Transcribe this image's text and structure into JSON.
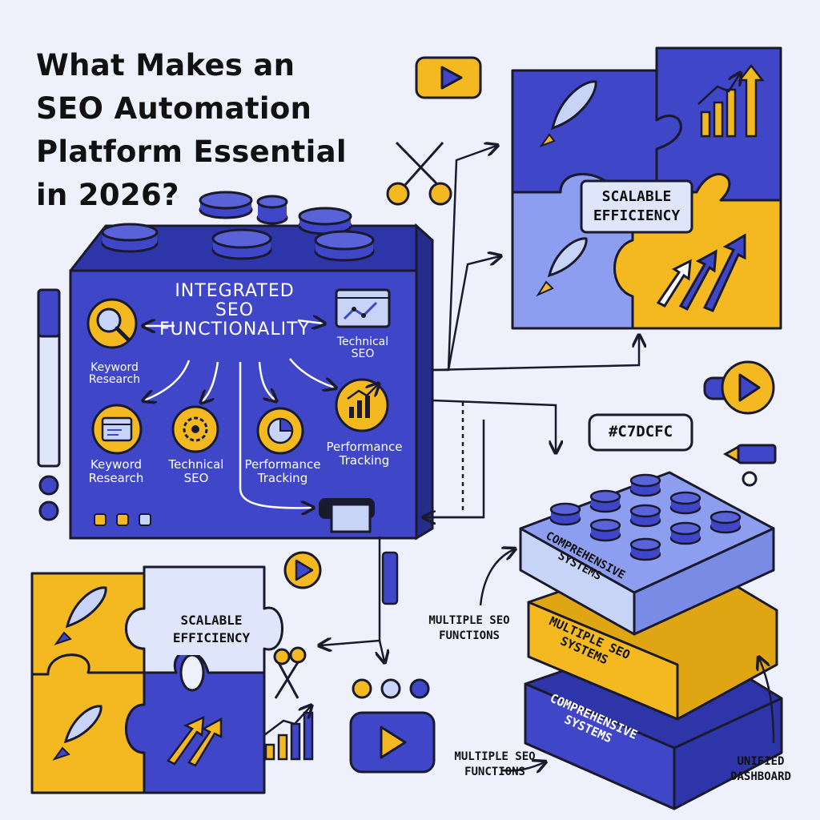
{
  "title_lines": [
    "What Makes an",
    "SEO Automation",
    "Platform Essential",
    "in 2026?"
  ],
  "hub": {
    "heading_lines": [
      "INTEGRATED",
      "SEO",
      "FUNCTIONALITY"
    ],
    "features": [
      {
        "id": "keyword-research-top",
        "lines": [
          "Keyword",
          "Research"
        ],
        "icon": "magnifier-icon"
      },
      {
        "id": "technical-seo-top",
        "lines": [
          "Technical",
          "SEO"
        ],
        "icon": "line-chart-window-icon"
      },
      {
        "id": "keyword-research",
        "lines": [
          "Keyword",
          "Research"
        ],
        "icon": "browser-window-icon"
      },
      {
        "id": "technical-seo",
        "lines": [
          "Technical",
          "SEO"
        ],
        "icon": "gear-icon"
      },
      {
        "id": "performance-tracking-left",
        "lines": [
          "Performance",
          "Tracking"
        ],
        "icon": "pie-chart-icon"
      },
      {
        "id": "performance-tracking-right",
        "lines": [
          "Performance",
          "Tracking"
        ],
        "icon": "bar-chart-icon"
      }
    ]
  },
  "puzzles": {
    "top_right_label_lines": [
      "SCALABLE",
      "EFFICIENCY"
    ],
    "bottom_left_label_lines": [
      "SCALABLE",
      "EFFICIENCY"
    ]
  },
  "color_tag": "#C7DCFC",
  "stack": {
    "top_layer_lines": [
      "COMPREHENSIVE",
      "SYSTEMS"
    ],
    "middle_layer_lines": [
      "MULTIPLE SEO",
      "SYSTEMS"
    ],
    "bottom_layer_lines": [
      "COMPREHENSIVE",
      "SYSTEMS"
    ],
    "callout_upper_lines": [
      "MULTIPLE SEO",
      "FUNCTIONS"
    ],
    "callout_lower_lines": [
      "MULTIPLE SEO",
      "FUNCTIONS"
    ],
    "callout_right_lines": [
      "UNIFIED",
      "DASHBOARD"
    ]
  },
  "colors": {
    "background": "#eef1fb",
    "indigo": "#3f46c8",
    "indigo_dark": "#2e35a8",
    "periwinkle": "#8d9ef0",
    "light_blue": "#c7d3f7",
    "yellow": "#f4b921",
    "ink": "#1a1a2e"
  }
}
